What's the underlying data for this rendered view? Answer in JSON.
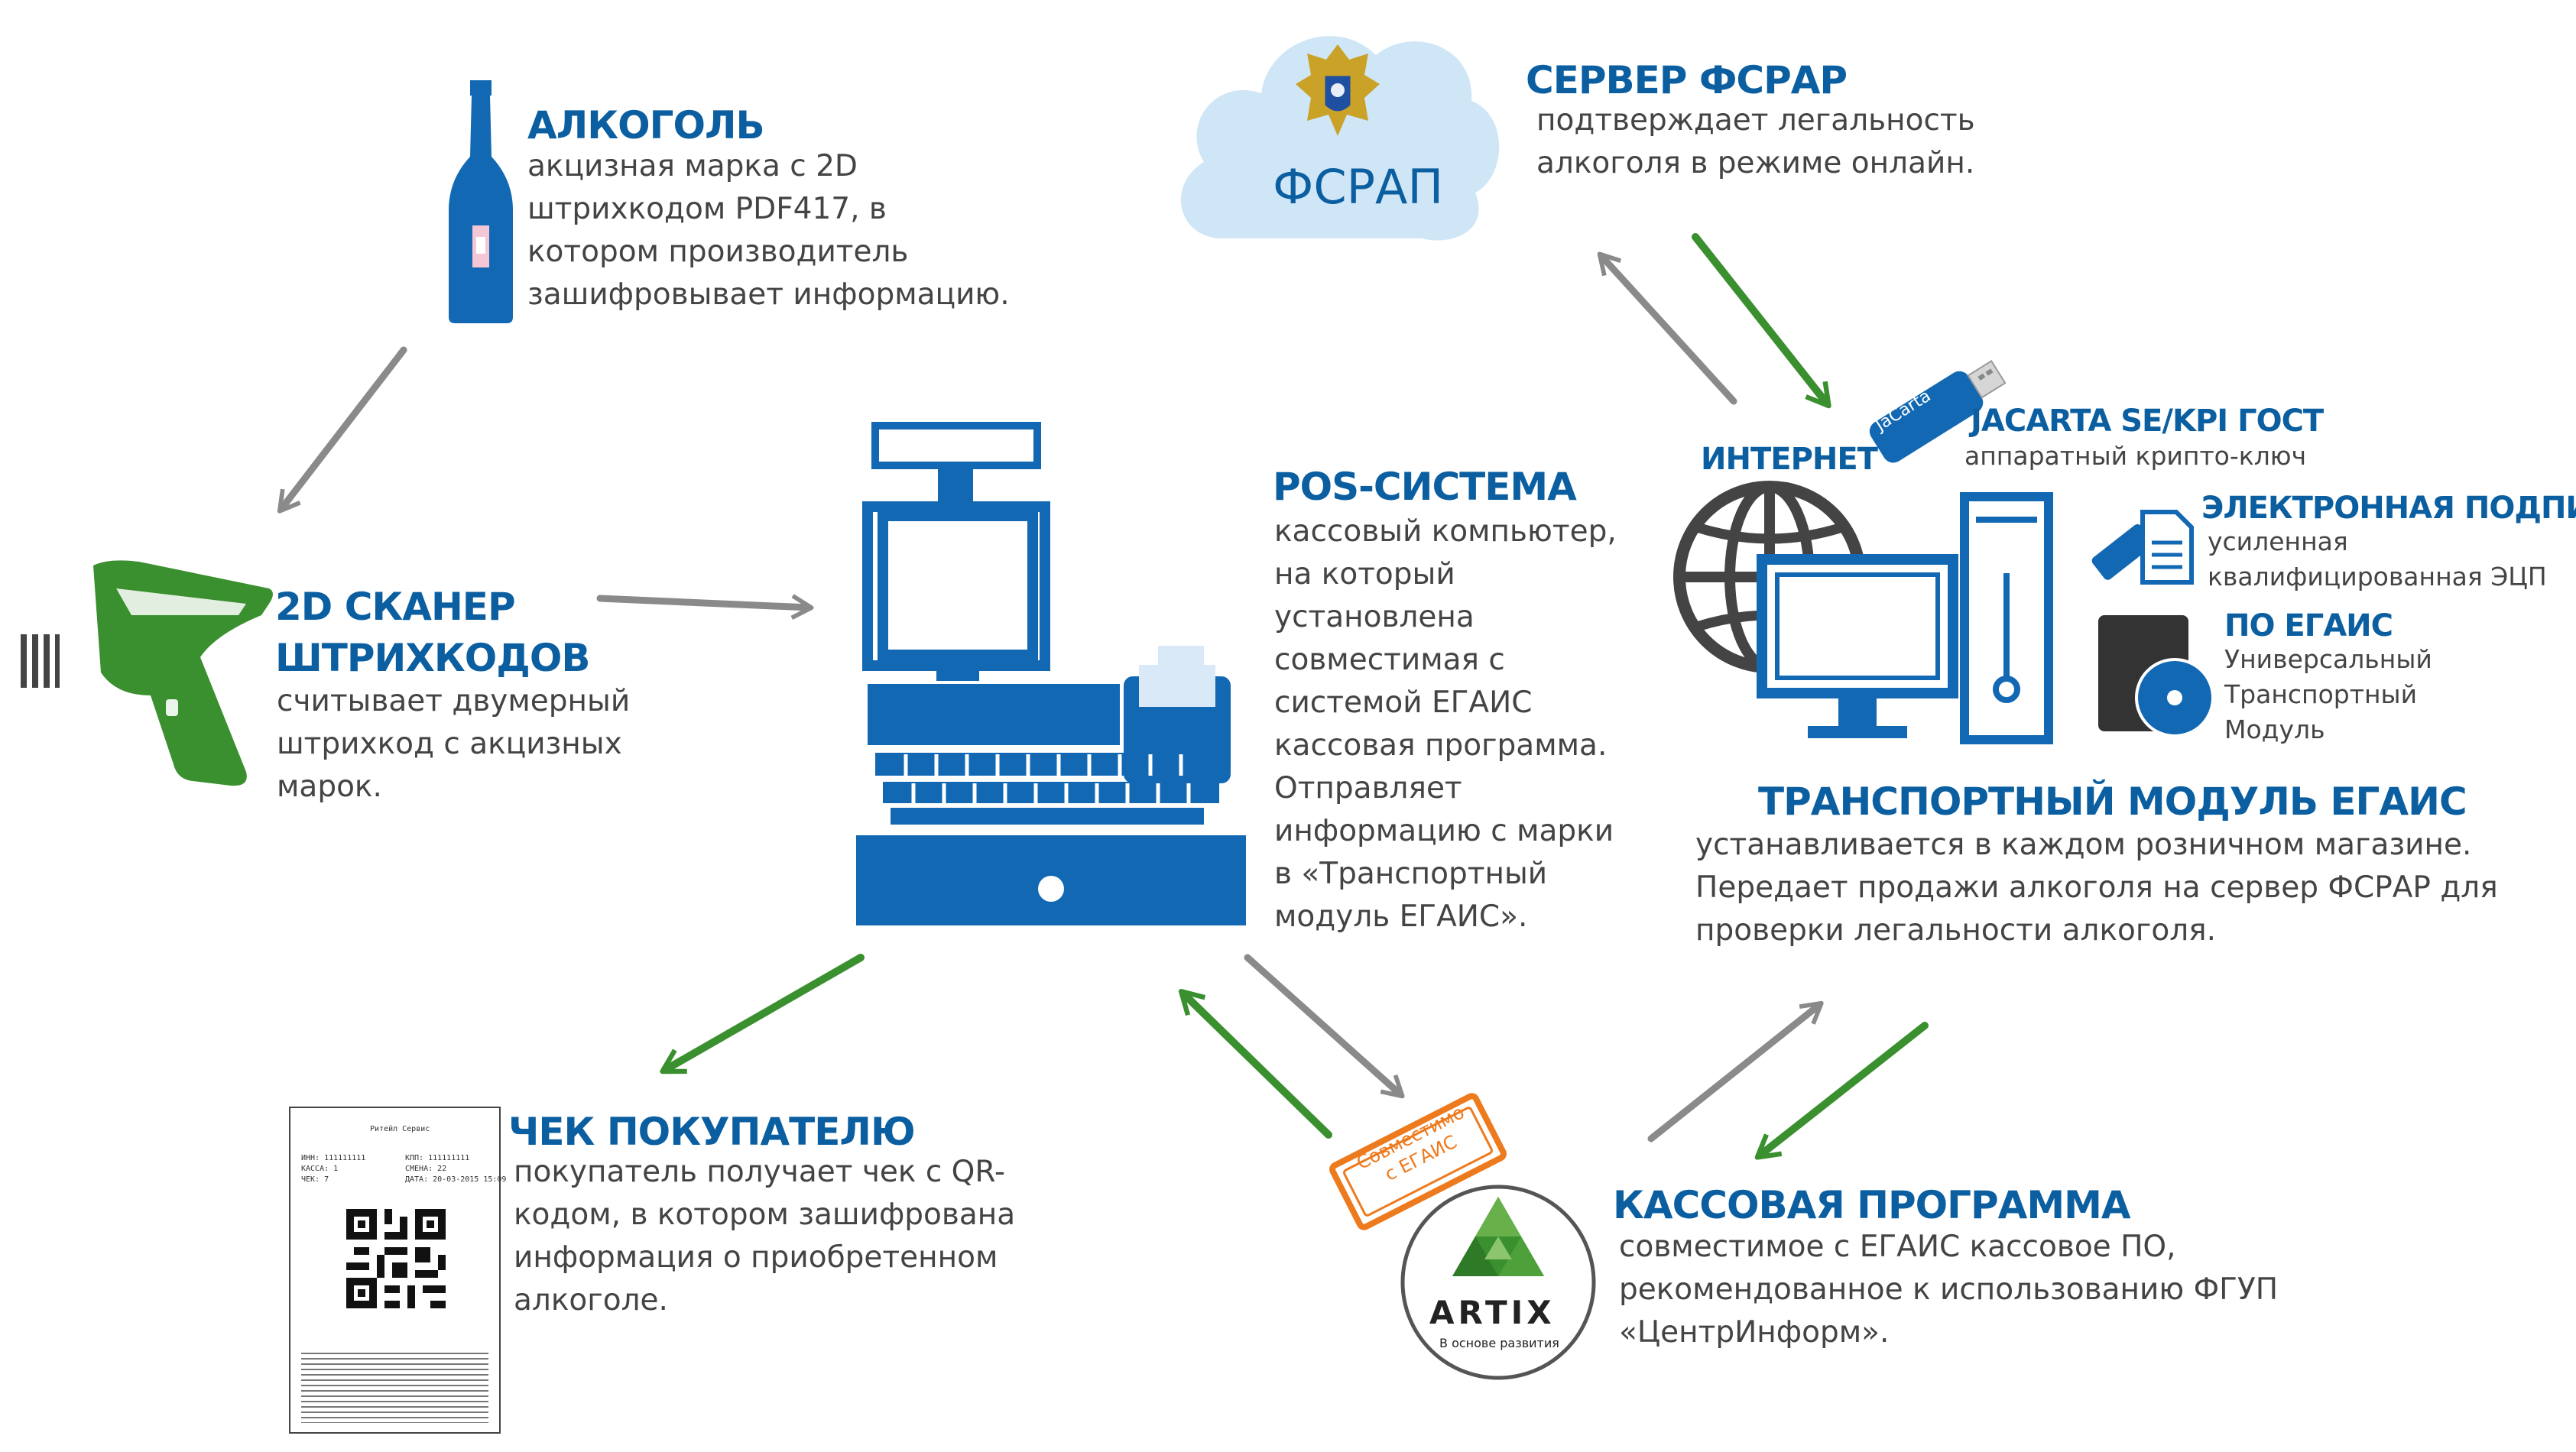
{
  "fsrap": {
    "cloud_label": "ФСРАП",
    "title": "СЕРВЕР ФСРАР",
    "description": "подтверждает легальность\nалкоголя в режиме онлайн."
  },
  "alcohol": {
    "title": "АЛКОГОЛЬ",
    "description": "акцизная марка с 2D\nштрихкодом PDF417, в\nкотором производитель\nзашифровывает информацию."
  },
  "scanner": {
    "title_line1": "2D СКАНЕР",
    "title_line2": "ШТРИХКОДОВ",
    "description": "считывает двумерный\nштрихкод с акцизных\nмарок."
  },
  "pos": {
    "title": "POS-СИСТЕМА",
    "description": "кассовый компьютер,\nна который\nустановлена\nсовместимая с\nсистемой ЕГАИС\nкассовая программа.\nОтправляет\nинформацию с марки\nв «Транспортный\nмодуль ЕГАИС»."
  },
  "internet": {
    "label": "ИНТЕРНЕТ"
  },
  "jacarta": {
    "token_text": "JaCarta",
    "title": "JACARTA SE/KPI ГОСТ",
    "description": "аппаратный крипто-ключ"
  },
  "signature": {
    "title": "ЭЛЕКТРОННАЯ ПОДПИСЬ",
    "description": "усиленная\nквалифицированная ЭЦП"
  },
  "software": {
    "title": "ПО ЕГАИС",
    "description": "Универсальный\nТранспортный\nМодуль"
  },
  "transport": {
    "title": "ТРАНСПОРТНЫЙ МОДУЛЬ ЕГАИС",
    "description": "устанавливается в каждом розничном магазине.\nПередает продажи алкоголя на сервер ФСРАР для\nпроверки легальности алкоголя."
  },
  "receipt": {
    "title": "ЧЕК ПОКУПАТЕЛЮ",
    "description": "покупатель получает чек с QR-\nкодом, в котором зашифрована\nинформация о приобретенном\nалкоголе.",
    "shop": "Ритейл Сервис",
    "inn": "ИНН: 111111111",
    "kpp": "КПП: 111111111",
    "kassa": "КАССА: 1",
    "smena": "СМЕНА: 22",
    "chek": "ЧЕК: 7",
    "date": "ДАТА: 20-03-2015 15:09"
  },
  "stamp": {
    "text": "Совместимо\nс ЕГАИС"
  },
  "artix": {
    "name": "ARTIX",
    "slogan": "В основе развития"
  },
  "cashier": {
    "title": "КАССОВАЯ  ПРОГРАММА",
    "description": "совместимое с ЕГАИС кассовое ПО,\nрекомендованное к использованию ФГУП\n«ЦентрИнформ»."
  },
  "colors": {
    "blue": "#0b5fa0",
    "icon_blue": "#1268b3",
    "green": "#3a8f2e",
    "gray_arrow": "#8a8a8a",
    "orange": "#ee7a1e",
    "text": "#444444"
  }
}
